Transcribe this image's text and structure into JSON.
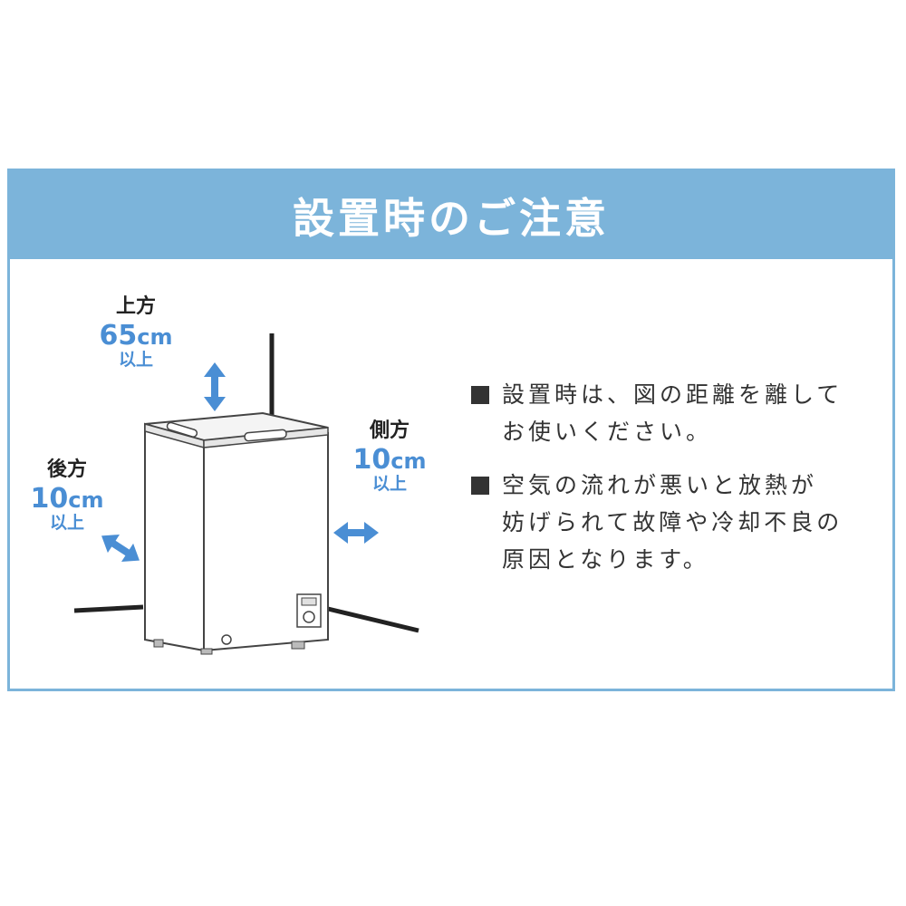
{
  "header": {
    "title": "設置時のご注意"
  },
  "dimensions": {
    "top": {
      "direction": "上方",
      "value": "65",
      "unit": "cm",
      "note": "以上"
    },
    "side": {
      "direction": "側方",
      "value": "10",
      "unit": "cm",
      "note": "以上"
    },
    "back": {
      "direction": "後方",
      "value": "10",
      "unit": "cm",
      "note": "以上"
    }
  },
  "notes": [
    {
      "text": "設置時は、図の距離を離して\nお使いください。"
    },
    {
      "text": "空気の流れが悪いと放熱が\n妨げられて故障や冷却不良の\n原因となります。"
    }
  ],
  "colors": {
    "accent": "#7cb4da",
    "arrow": "#4a8ed4",
    "text": "#333333"
  },
  "icons": {
    "arrow_top": "double-arrow-vertical",
    "arrow_side": "double-arrow-horizontal",
    "arrow_back": "double-arrow-diagonal"
  }
}
